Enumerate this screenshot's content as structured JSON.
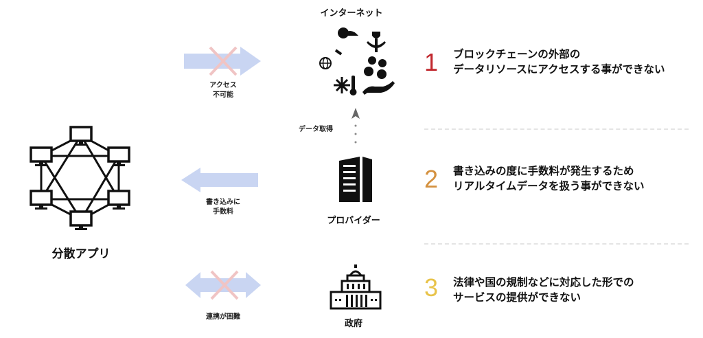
{
  "app": {
    "label": "分散アプリ"
  },
  "arrows": {
    "access": {
      "label_line1": "アクセス",
      "label_line2": "不可能"
    },
    "fee": {
      "label_line1": "書き込みに",
      "label_line2": "手数料"
    },
    "cooperation": {
      "label": "連携が困難"
    }
  },
  "sources": {
    "internet": {
      "label": "インターネット"
    },
    "data_fetch": {
      "label": "データ取得"
    },
    "provider": {
      "label": "プロバイダー"
    },
    "government": {
      "label": "政府"
    }
  },
  "problems": [
    {
      "number": "1",
      "line1": "ブロックチェーンの外部の",
      "line2": "データリソースにアクセスする事ができない",
      "color": "#c1272d"
    },
    {
      "number": "2",
      "line1": "書き込みの度に手数料が発生するため",
      "line2": "リアルタイムデータを扱う事ができない",
      "color": "#d4913f"
    },
    {
      "number": "3",
      "line1": "法律や国の規制などに対応した形での",
      "line2": "サービスの提供ができない",
      "color": "#e8c34a"
    }
  ],
  "colors": {
    "arrow": "#c9d5f2",
    "cross": "#f0c4c4"
  }
}
